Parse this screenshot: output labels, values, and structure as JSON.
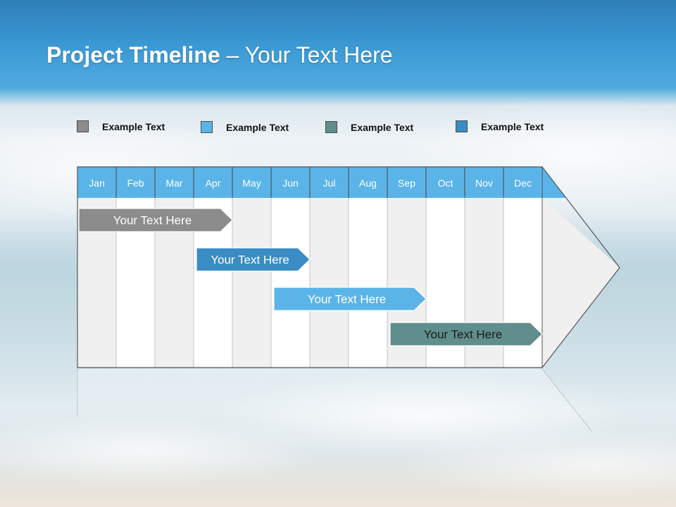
{
  "title": {
    "bold": "Project Timeline",
    "rest": " – Your Text Here"
  },
  "legend": [
    {
      "label": "Example Text",
      "color": "#8c8c8c"
    },
    {
      "label": "Example Text",
      "color": "#5ab4e8"
    },
    {
      "label": "Example Text",
      "color": "#5f8e8c"
    },
    {
      "label": "Example Text",
      "color": "#3a8cc4"
    }
  ],
  "months": [
    "Jan",
    "Feb",
    "Mar",
    "Apr",
    "May",
    "Jun",
    "Jul",
    "Aug",
    "Sep",
    "Oct",
    "Nov",
    "Dec"
  ],
  "colors": {
    "header": "#5ab4e8",
    "stripe_light": "#f0f0f0",
    "stripe_white": "#ffffff",
    "border": "#555555"
  },
  "tasks": [
    {
      "label": "Your  Text Here",
      "start_month": "Jan",
      "end_month": "Apr",
      "color": "#8c8c8c"
    },
    {
      "label": "Your  Text Here",
      "start_month": "Apr",
      "end_month": "Jun",
      "color": "#3a8cc4"
    },
    {
      "label": "Your  Text Here",
      "start_month": "Jun",
      "end_month": "Sep",
      "color": "#5ab4e8"
    },
    {
      "label": "Your  Text Here",
      "start_month": "Sep",
      "end_month": "Dec",
      "color": "#5f8e8c"
    }
  ]
}
